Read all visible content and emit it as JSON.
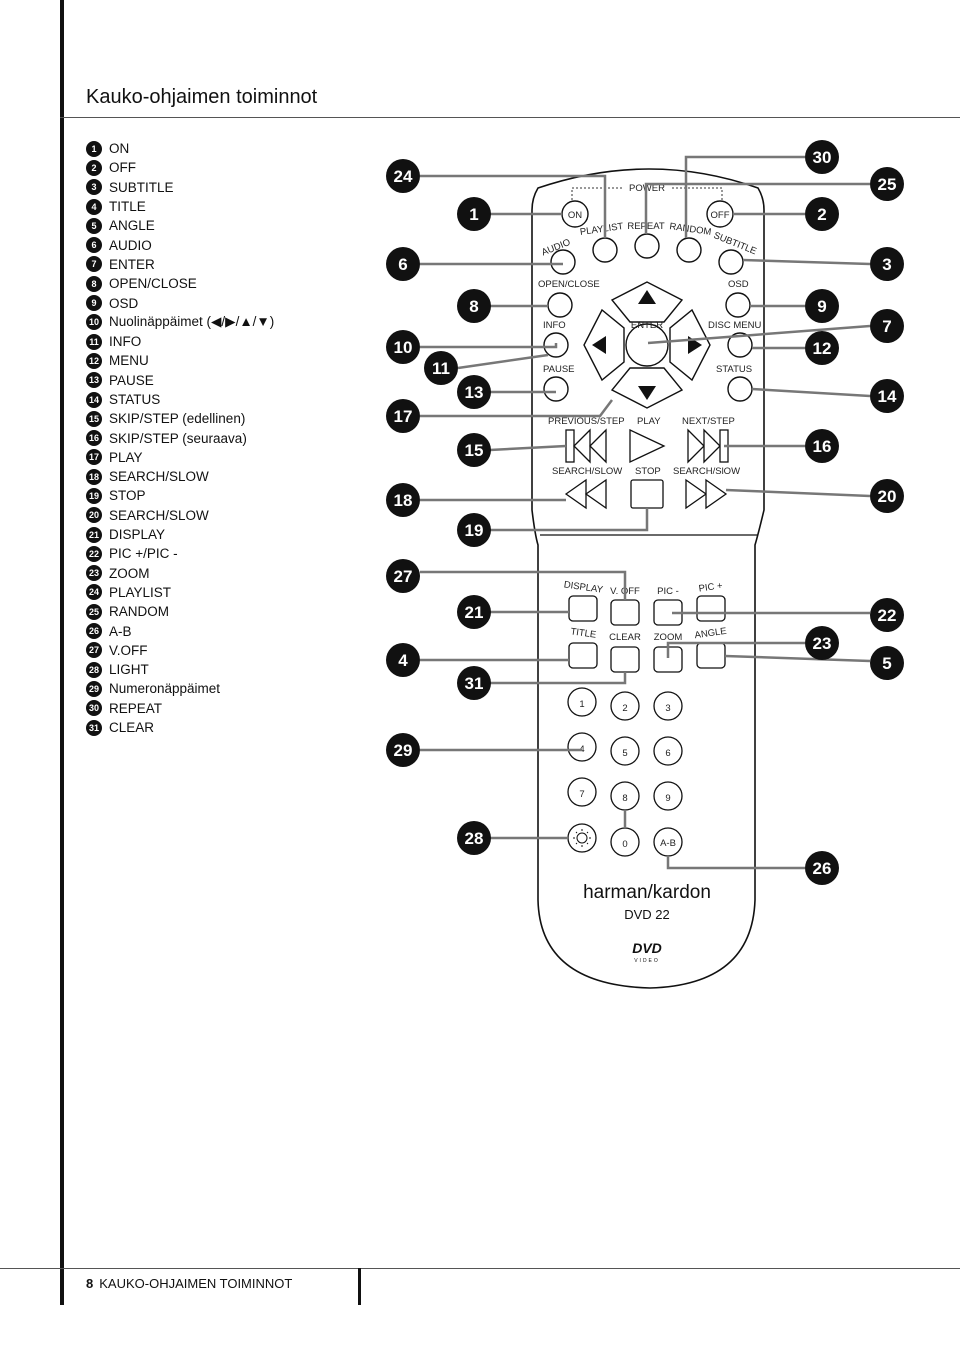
{
  "page": {
    "title": "Kauko-ohjaimen toiminnot",
    "footer_number": "8",
    "footer_title": "KAUKO-OHJAIMEN TOIMINNOT"
  },
  "items": [
    {
      "n": "1",
      "label": "ON"
    },
    {
      "n": "2",
      "label": "OFF"
    },
    {
      "n": "3",
      "label": "SUBTITLE"
    },
    {
      "n": "4",
      "label": "TITLE"
    },
    {
      "n": "5",
      "label": "ANGLE"
    },
    {
      "n": "6",
      "label": "AUDIO"
    },
    {
      "n": "7",
      "label": "ENTER"
    },
    {
      "n": "8",
      "label": "OPEN/CLOSE"
    },
    {
      "n": "9",
      "label": "OSD"
    },
    {
      "n": "10",
      "label": "Nuolinäppäimet (◀/▶/▲/▼)"
    },
    {
      "n": "11",
      "label": "INFO"
    },
    {
      "n": "12",
      "label": "MENU"
    },
    {
      "n": "13",
      "label": "PAUSE"
    },
    {
      "n": "14",
      "label": "STATUS"
    },
    {
      "n": "15",
      "label": "SKIP/STEP (edellinen)"
    },
    {
      "n": "16",
      "label": "SKIP/STEP (seuraava)"
    },
    {
      "n": "17",
      "label": "PLAY"
    },
    {
      "n": "18",
      "label": "SEARCH/SLOW"
    },
    {
      "n": "19",
      "label": "STOP"
    },
    {
      "n": "20",
      "label": "SEARCH/SLOW"
    },
    {
      "n": "21",
      "label": "DISPLAY"
    },
    {
      "n": "22",
      "label": "PIC +/PIC -"
    },
    {
      "n": "23",
      "label": "ZOOM"
    },
    {
      "n": "24",
      "label": "PLAYLIST"
    },
    {
      "n": "25",
      "label": "RANDOM"
    },
    {
      "n": "26",
      "label": "A-B"
    },
    {
      "n": "27",
      "label": "V.OFF"
    },
    {
      "n": "28",
      "label": "LIGHT"
    },
    {
      "n": "29",
      "label": "Numeronäppäimet"
    },
    {
      "n": "30",
      "label": "REPEAT"
    },
    {
      "n": "31",
      "label": "CLEAR"
    }
  ],
  "remote": {
    "power": "POWER",
    "on": "ON",
    "off": "OFF",
    "audio": "AUDIO",
    "playlist": "PLAYLIST",
    "repeat": "REPEAT",
    "random": "RANDOM",
    "subtitle": "SUBTITLE",
    "open_close": "OPEN/CLOSE",
    "osd": "OSD",
    "info": "INFO",
    "enter": "ENTER",
    "disc_menu": "DISC MENU",
    "pause": "PAUSE",
    "status": "STATUS",
    "previous_step": "PREVIOUS/STEP",
    "play": "PLAY",
    "next_step": "NEXT/STEP",
    "search_slow_left": "SEARCH/SLOW",
    "stop": "STOP",
    "search_slow_right": "SEARCH/SlOW",
    "display": "DISPLAY",
    "v_off": "V. OFF",
    "pic_minus": "PIC -",
    "pic_plus": "PIC +",
    "title": "TITLE",
    "clear": "CLEAR",
    "zoom": "ZOOM",
    "angle": "ANGLE",
    "digits": [
      "1",
      "2",
      "3",
      "4",
      "5",
      "6",
      "7",
      "8",
      "9",
      "0"
    ],
    "ab": "A-B",
    "brand": "harman/kardon",
    "model": "DVD 22",
    "dvd_logo": "DVD",
    "dvd_logo_sub": "VIDEO"
  },
  "callouts": {
    "c24": "24",
    "c6": "6",
    "c10": "10",
    "c17": "17",
    "c18": "18",
    "c27": "27",
    "c4": "4",
    "c29": "29",
    "c1": "1",
    "c8": "8",
    "c11": "11",
    "c13": "13",
    "c15": "15",
    "c19": "19",
    "c21": "21",
    "c31": "31",
    "c28": "28",
    "c30": "30",
    "c2": "2",
    "c9": "9",
    "c12": "12",
    "c16": "16",
    "c23": "23",
    "c26": "26",
    "c25": "25",
    "c3": "3",
    "c7": "7",
    "c14": "14",
    "c20": "20",
    "c22": "22",
    "c5": "5"
  }
}
